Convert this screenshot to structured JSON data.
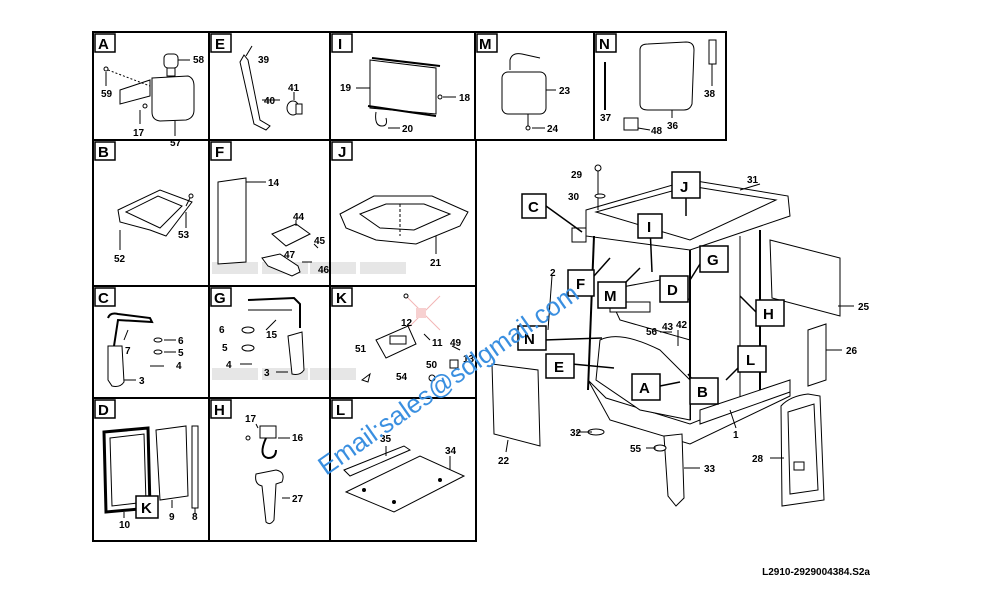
{
  "drawing_ref": "L2910-2929004384.S2a",
  "watermark": "Email:sales@sdlgmail.com",
  "colors": {
    "line": "#000000",
    "watermark": "#3a8fe0",
    "grey_mark": "#d0d0d0"
  },
  "panels": {
    "A": {
      "letter": "A",
      "parts": [
        "58",
        "59",
        "17",
        "57"
      ]
    },
    "E": {
      "letter": "E",
      "parts": [
        "39",
        "40",
        "41"
      ]
    },
    "I": {
      "letter": "I",
      "parts": [
        "19",
        "18",
        "20"
      ]
    },
    "M": {
      "letter": "M",
      "parts": [
        "23",
        "24"
      ]
    },
    "N": {
      "letter": "N",
      "parts": [
        "38",
        "37",
        "36",
        "48"
      ]
    },
    "B": {
      "letter": "B",
      "parts": [
        "53",
        "52"
      ]
    },
    "F": {
      "letter": "F",
      "parts": [
        "14",
        "44",
        "45",
        "47",
        "46"
      ]
    },
    "J": {
      "letter": "J",
      "parts": [
        "21"
      ]
    },
    "C": {
      "letter": "C",
      "parts": [
        "7",
        "6",
        "5",
        "4",
        "3"
      ]
    },
    "G": {
      "letter": "G",
      "parts": [
        "6",
        "15",
        "5",
        "4",
        "3"
      ]
    },
    "K": {
      "letter": "K",
      "parts": [
        "12",
        "11",
        "49",
        "13",
        "51",
        "50",
        "54"
      ]
    },
    "D": {
      "letter": "D",
      "inner_label": "K",
      "parts": [
        "10",
        "9",
        "8"
      ]
    },
    "H": {
      "letter": "H",
      "parts": [
        "17",
        "16",
        "27"
      ]
    },
    "L": {
      "letter": "L",
      "parts": [
        "35",
        "34"
      ]
    }
  },
  "main": {
    "callouts": [
      "C",
      "J",
      "I",
      "F",
      "M",
      "G",
      "D",
      "N",
      "H",
      "E",
      "L",
      "A",
      "B"
    ],
    "parts": [
      "29",
      "30",
      "2",
      "31",
      "25",
      "26",
      "56",
      "43",
      "42",
      "32",
      "55",
      "33",
      "22",
      "1",
      "28"
    ]
  }
}
